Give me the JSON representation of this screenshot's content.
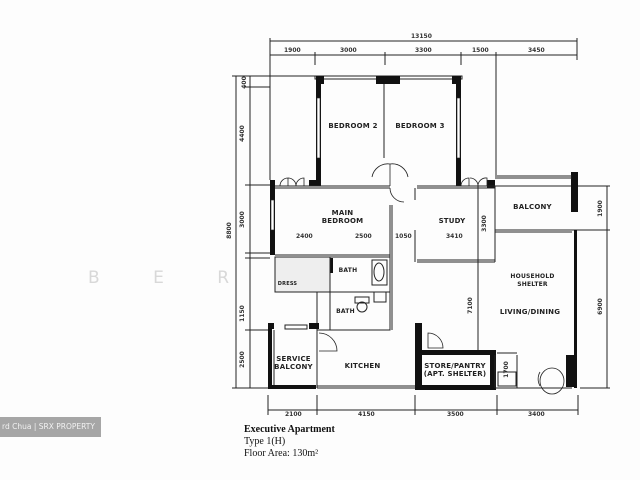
{
  "plan": {
    "title": "Executive Apartment",
    "type": "Type 1(H)",
    "floor_area": "Floor Area: 130m²",
    "rooms": [
      {
        "id": "bedroom-2",
        "label": "BEDROOM 2"
      },
      {
        "id": "bedroom-3",
        "label": "BEDROOM 3"
      },
      {
        "id": "main-bedroom",
        "label": "MAIN\nBEDROOM"
      },
      {
        "id": "study",
        "label": "STUDY"
      },
      {
        "id": "balcony",
        "label": "BALCONY"
      },
      {
        "id": "living-dining",
        "label": "LIVING/DINING"
      },
      {
        "id": "household-shelter",
        "label": "HOUSEHOLD\nSHELTER"
      },
      {
        "id": "service-balcony",
        "label": "SERVICE\nBALCONY"
      },
      {
        "id": "kitchen",
        "label": "KITCHEN"
      },
      {
        "id": "store-pantry",
        "label": "STORE/PANTRY\n(APT. SHELTER)"
      },
      {
        "id": "bath-1",
        "label": "BATH"
      },
      {
        "id": "bath-2",
        "label": "BATH"
      },
      {
        "id": "dress",
        "label": "DRESS"
      }
    ],
    "inner_dims": {
      "mb_left": "2400",
      "mb_right": "2500",
      "corridor": "1050",
      "study_w": "3410",
      "study_h": "3300",
      "living_h": "7100",
      "store_h": "1700"
    },
    "top_dims": {
      "overall": "13150",
      "segments": [
        "1900",
        "3000",
        "3300",
        "1500",
        "3450"
      ]
    },
    "bottom_dims": {
      "segments": [
        "2100",
        "4150",
        "3500",
        "3400"
      ]
    },
    "left_dims": {
      "overall": "8800",
      "segments": [
        "400",
        "4400",
        "3000",
        "1150",
        "2500"
      ]
    },
    "right_dims": {
      "segments": [
        "1900",
        "6900"
      ]
    }
  },
  "watermark": "B E R",
  "credit": "rd Chua | SRX PROPERTY",
  "colors": {
    "wall": "#111111",
    "line": "#333333",
    "paper": "#fdfdfd",
    "credit_bg": "#a6a6a6"
  }
}
